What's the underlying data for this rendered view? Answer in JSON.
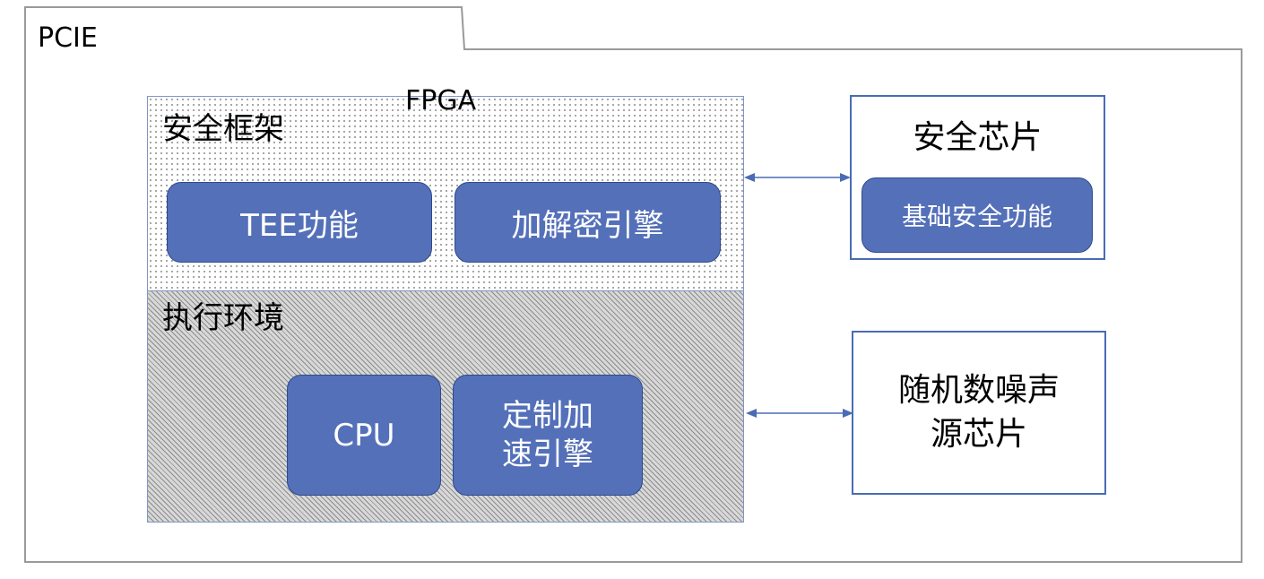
{
  "pcie": {
    "label": "PCIE"
  },
  "fpga": {
    "label": "FPGA",
    "security_framework": {
      "label": "安全框架",
      "modules": [
        "TEE功能",
        "加解密引擎"
      ]
    },
    "execution_env": {
      "label": "执行环境",
      "modules": [
        "CPU",
        "定制加\n速引擎"
      ]
    }
  },
  "security_chip": {
    "label": "安全芯片",
    "function": "基础安全功能"
  },
  "rng_chip": {
    "label": "随机数噪声\n源芯片"
  },
  "colors": {
    "module_fill": "#5470b9",
    "module_border": "#2e4a8c",
    "box_border": "#4a6bb5",
    "arrow": "#4a6bb5",
    "frame": "#9a9a9a"
  }
}
